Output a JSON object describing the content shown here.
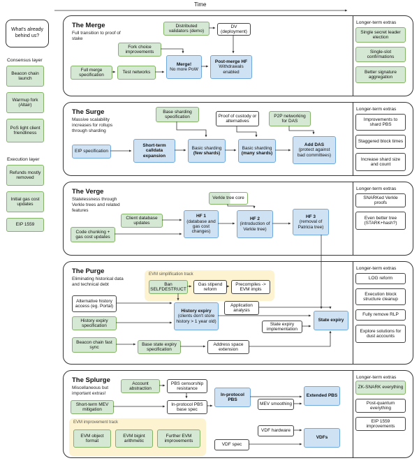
{
  "timeline_label": "Time",
  "extras_title": "Longer-term extras",
  "sidebar": {
    "intro": "What's already behind us?",
    "consensus_label": "Consensus layer",
    "consensus_items": [
      "Beacon chain launch",
      "Warmup fork (Altair)",
      "PoS light client friendliness"
    ],
    "execution_label": "Execution layer",
    "execution_items": [
      "Refunds mostly removed",
      "Initial gas cost updates",
      "EIP 1559"
    ]
  },
  "tracks": {
    "merge": {
      "title": "The Merge",
      "subtitle": "Full transition to proof of stake",
      "nodes": {
        "dv_demo": "Distributed validators (demo)",
        "dv_deploy": "DV (deployment)",
        "fork_choice": "Fork choice improvements",
        "full_merge_spec": "Full merge specification",
        "test_networks": "Test networks",
        "merge_head": "Merge!",
        "merge_body": "No more PoW",
        "postmerge_head": "Post-merge HF",
        "postmerge_body": "Withdrawals enabled"
      },
      "extras": [
        "Single secret leader election",
        "Single-slot confirmations",
        "Better signature aggregation"
      ]
    },
    "surge": {
      "title": "The Surge",
      "subtitle": "Massive scalability increases for rollups through sharding",
      "nodes": {
        "base_sharding_spec": "Base sharding specification",
        "proof_custody": "Proof of custody or alternatives",
        "p2p_das": "P2P networking for DAS",
        "eip_spec": "EIP specification",
        "calldata": "Short-term calldata expansion",
        "few_head": "Basic sharding",
        "few_body": "(few shards)",
        "many_head": "Basic sharding",
        "many_body": "(many shards)",
        "adddas_head": "Add DAS",
        "adddas_body": "(protect against bad committees)"
      },
      "extras": [
        "Improvements to shard PBS",
        "Staggered block times",
        "Increase shard size and count"
      ]
    },
    "verge": {
      "title": "The Verge",
      "subtitle": "Statelessness through Verkle trees and related features",
      "nodes": {
        "verkle_core": "Verkle tree core",
        "client_db": "Client database updates",
        "code_chunking": "Code chunking + gas cost updates",
        "hf1_head": "HF 1",
        "hf1_body": "(database and gas cost changes)",
        "hf2_head": "HF 2",
        "hf2_body": "(introduction of Verkle tree)",
        "hf3_head": "HF 3",
        "hf3_body": "(removal of Patricia tree)"
      },
      "extras": [
        "SNARKed Verkle proofs",
        "Even better tree (STARK+hash?)"
      ]
    },
    "purge": {
      "title": "The Purge",
      "subtitle": "Eliminating historical data and technical debt",
      "track_label": "EVM simplification track",
      "nodes": {
        "ban_selfdestruct": "Ban SELFDESTRUCT",
        "gas_stipend": "Gas stipend reform",
        "precompiles": "Precompiles -> EVM impls",
        "alt_history": "Alternative history access (eg. Portal)",
        "history_expiry_spec": "History expiry specification",
        "beacon_fast_sync": "Beacon chain fast sync",
        "history_expiry_head": "History expiry",
        "history_expiry_body": "(clients don't store history > 1 year old)",
        "app_analysis": "Application analysis",
        "state_expiry_impl": "State expiry implementation",
        "base_state_expiry": "Base state expiry specification",
        "addr_space": "Address space extension",
        "state_expiry": "State expiry"
      },
      "extras": [
        "LOG reform",
        "Execution block structure cleanup",
        "Fully remove RLP",
        "Explore solutions for dust accounts"
      ]
    },
    "splurge": {
      "title": "The Splurge",
      "subtitle": "Miscellaneous but important extras!",
      "track_label": "EVM improvement track",
      "nodes": {
        "account_abstraction": "Account abstraction",
        "pbs_censorship": "PBS censorship resistance",
        "short_term_mev": "Short-term MEV mitigation",
        "inprotocol_base": "In-protocol PBS base spec",
        "inprotocol_pbs": "In-protocol PBS",
        "mev_smoothing": "MEV smoothing",
        "extended_pbs": "Extended PBS",
        "vdf_hardware": "VDF hardware",
        "vdf_spec": "VDF spec",
        "vdfs": "VDFs",
        "evm_object": "EVM object format",
        "evm_bigint": "EVM bigint arithmetic",
        "further_evm": "Further EVM improvements"
      },
      "extras": [
        "ZK-SNARK everything",
        "Post-quantum everything",
        "EIP 1559 improvements"
      ]
    }
  },
  "colors": {
    "done": "#d5e8d4",
    "milestone": "#cfe2f3",
    "todo": "#ffffff",
    "highlight": "#fdf3d0"
  }
}
